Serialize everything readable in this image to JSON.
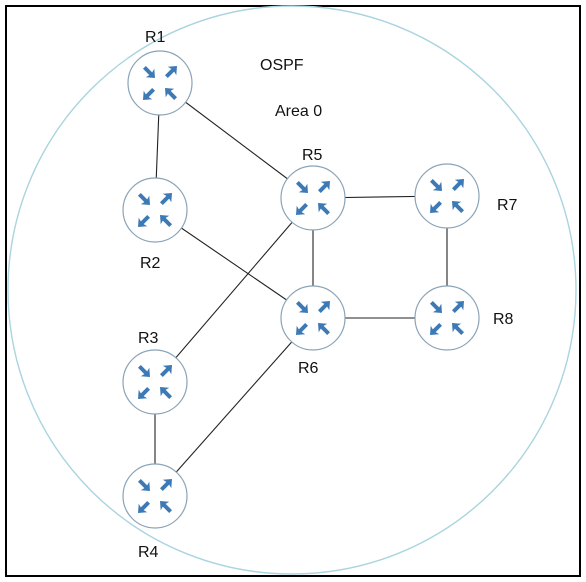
{
  "diagram": {
    "protocol_label": "OSPF",
    "area_label": "Area 0",
    "colors": {
      "area_outline": "#a9d4e0",
      "router_icon": "#3c79b5",
      "router_outline": "#8aa3b6",
      "link": "#222222"
    },
    "routers": [
      {
        "id": "R1",
        "label": "R1",
        "icon": "router-icon"
      },
      {
        "id": "R2",
        "label": "R2",
        "icon": "router-icon"
      },
      {
        "id": "R3",
        "label": "R3",
        "icon": "router-icon"
      },
      {
        "id": "R4",
        "label": "R4",
        "icon": "router-icon"
      },
      {
        "id": "R5",
        "label": "R5",
        "icon": "router-icon"
      },
      {
        "id": "R6",
        "label": "R6",
        "icon": "router-icon"
      },
      {
        "id": "R7",
        "label": "R7",
        "icon": "router-icon"
      },
      {
        "id": "R8",
        "label": "R8",
        "icon": "router-icon"
      }
    ],
    "links": [
      [
        "R1",
        "R2"
      ],
      [
        "R1",
        "R5"
      ],
      [
        "R2",
        "R6"
      ],
      [
        "R3",
        "R4"
      ],
      [
        "R3",
        "R5"
      ],
      [
        "R4",
        "R6"
      ],
      [
        "R5",
        "R6"
      ],
      [
        "R5",
        "R7"
      ],
      [
        "R6",
        "R8"
      ],
      [
        "R7",
        "R8"
      ]
    ]
  }
}
